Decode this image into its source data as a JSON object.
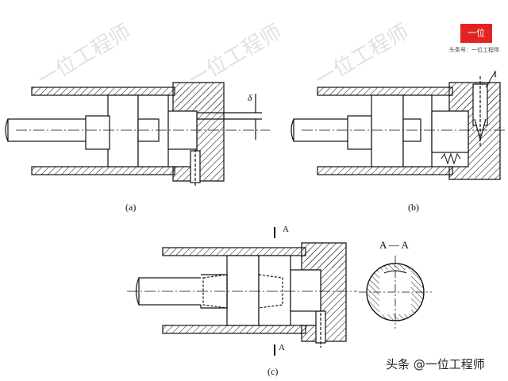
{
  "figure": {
    "labels": {
      "a": "(a)",
      "b": "(b)",
      "c": "(c)"
    },
    "section_title": "A — A",
    "cut_markers": {
      "top": "A",
      "bottom": "A"
    },
    "delta_symbol": "δ",
    "detail_marker": "I"
  },
  "watermark": {
    "text": "一位工程师",
    "brand_badge": "一位",
    "brand_caption": "头条号：一位工程师"
  },
  "footer": {
    "text": "头条 @一位工程师"
  }
}
